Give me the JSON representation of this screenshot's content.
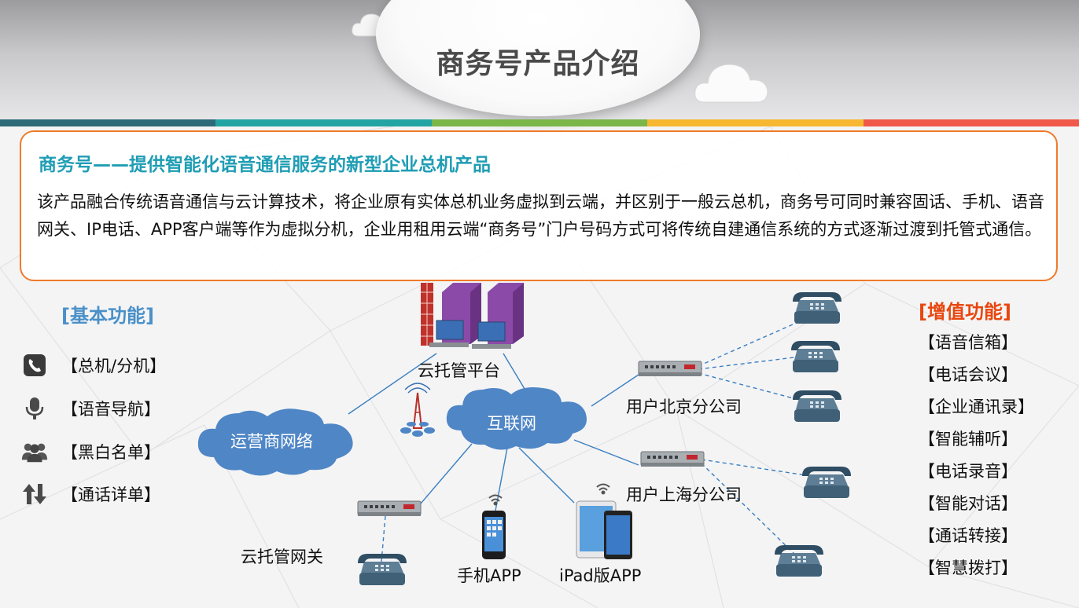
{
  "page_title": "商务号产品介绍",
  "colors": {
    "accent_orange": "#f07a2a",
    "heading_teal": "#1f9db4",
    "basic_blue": "#4a90c8",
    "value_red": "#e8470f",
    "cloud_blue": "#4f86c6",
    "color_bar": [
      "#2e6b78",
      "#22a4a4",
      "#7ab648",
      "#f7b731",
      "#f0584a"
    ]
  },
  "intro": {
    "heading": "商务号——提供智能化语音通信服务的新型企业总机产品",
    "paragraph": "该产品融合传统语音通信与云计算技术，将企业原有实体总机业务虚拟到云端，并区别于一般云总机，商务号可同时兼容固话、手机、语音网关、IP电话、APP客户端等作为虚拟分机，企业用租用云端“商务号”门户号码方式可将传统自建通信系统的方式逐渐过渡到托管式通信。"
  },
  "basic_functions": {
    "title": "[基本功能]",
    "items": [
      {
        "label": "【总机/分机】",
        "icon": "phone-icon"
      },
      {
        "label": "【语音导航】",
        "icon": "microphone-icon"
      },
      {
        "label": "【黑白名单】",
        "icon": "users-icon"
      },
      {
        "label": "【通话详单】",
        "icon": "transfer-arrows-icon"
      }
    ]
  },
  "value_added_functions": {
    "title": "[增值功能]",
    "items": [
      "【语音信箱】",
      "【电话会议】",
      "【企业通讯录】",
      "【智能辅听】",
      "【电话录音】",
      "【智能对话】",
      "【通话转接】",
      "【智慧拨打】"
    ]
  },
  "diagram": {
    "cloud_platform": "云托管平台",
    "internet": "互联网",
    "carrier_network": "运营商网络",
    "beijing_branch": "用户北京分公司",
    "shanghai_branch": "用户上海分公司",
    "cloud_gateway": "云托管网关",
    "mobile_app": "手机APP",
    "ipad_app": "iPad版APP"
  }
}
